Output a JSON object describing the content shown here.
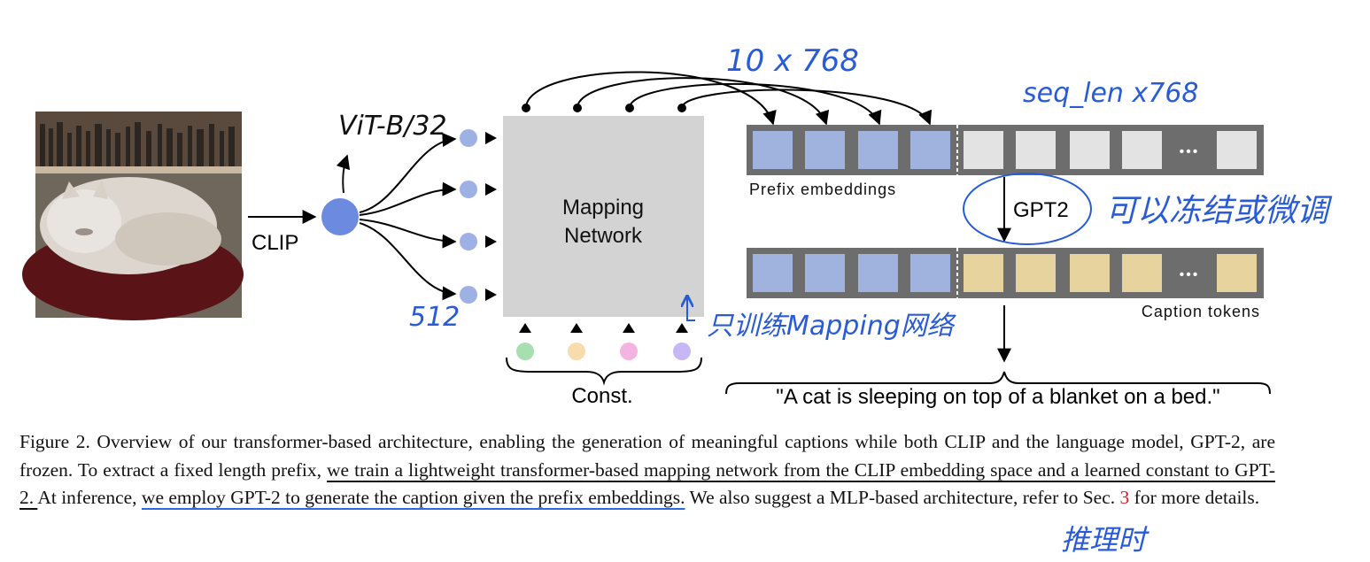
{
  "figure": {
    "clip_label": "CLIP",
    "mapping_network": [
      "Mapping",
      "Network"
    ],
    "prefix_embeddings_label": "Prefix embeddings",
    "gpt2_label": "GPT2",
    "caption_tokens_label": "Caption tokens",
    "const_label": "Const.",
    "output_caption": "\"A cat is sleeping on top of a blanket on a bed.\"",
    "ellipsis": "•••",
    "colors": {
      "prefix_block": "#9fb3de",
      "empty_block": "#e3e3e3",
      "caption_block": "#e6d39e",
      "strip": "#6d6d6d",
      "mapping_box": "#d3d3d3",
      "clip_dot": "#6c8ae0",
      "small_dot": "#9db1e4",
      "const_dots": [
        "#a8dfb0",
        "#f8dcae",
        "#f3b4e2",
        "#c8b7f5"
      ],
      "annotation": "#2a5bd7"
    }
  },
  "annotations": {
    "vit": "ViT-B/32",
    "dim_512": "512",
    "prefix_shape": "10 x 768",
    "seq_shape": "seq_len x768",
    "gpt2_note": "可以冻结或微调",
    "mapping_note": "只训练Mapping网络",
    "inference_note": "推理时"
  },
  "caption": {
    "p1": "Figure 2.  Overview of our transformer-based architecture, enabling the generation of meaningful captions while both CLIP and the language model, GPT-2, are frozen.  To extract a fixed length prefix, ",
    "u1": "we train a lightweight transformer-based mapping network from the CLIP embedding space and a learned constant to GPT-2. ",
    "p2": " At inference, ",
    "u2": "we employ GPT-2 to generate the caption given the prefix embeddings.",
    "p3": " We also suggest a MLP-based architecture, refer to Sec. ",
    "ref": "3",
    "p4": " for more details."
  }
}
